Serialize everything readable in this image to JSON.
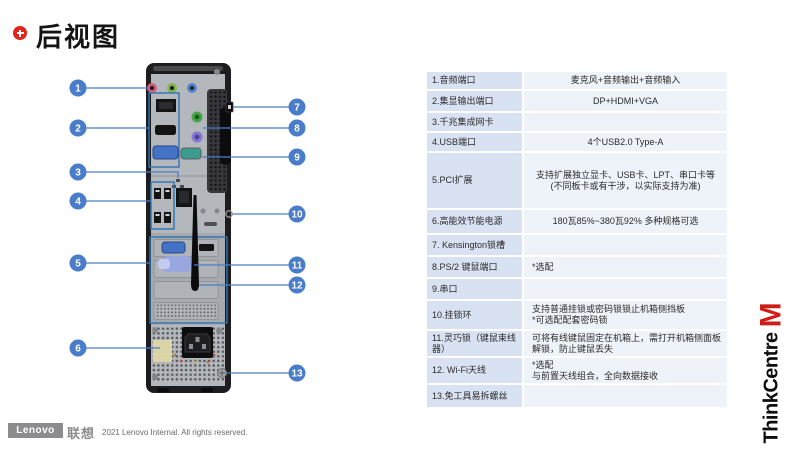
{
  "title": {
    "text": "后视图"
  },
  "diagram": {
    "callouts": [
      "1",
      "2",
      "3",
      "4",
      "5",
      "6",
      "7",
      "8",
      "9",
      "10",
      "11",
      "12",
      "13"
    ]
  },
  "table": {
    "rows": [
      {
        "label": "1.音频端口",
        "lines": [
          "麦克风+音频输出+音频输入"
        ],
        "align": "center"
      },
      {
        "label": "2.集显输出端口",
        "lines": [
          "DP+HDMI+VGA"
        ],
        "align": "center"
      },
      {
        "label": "3.千兆集成网卡",
        "lines": [],
        "align": "center"
      },
      {
        "label": "4.USB端口",
        "lines": [
          "4个USB2.0 Type-A"
        ],
        "align": "center"
      },
      {
        "label": "5.PCI扩展",
        "lines": [
          "支持扩展独立显卡、USB卡、LPT、串口卡等",
          "(不同板卡或有干涉，以实际支持为准)"
        ],
        "align": "center"
      },
      {
        "label": "6.高能效节能电源",
        "lines": [
          "180瓦85%~380瓦92% 多种规格可选"
        ],
        "align": "center"
      },
      {
        "label": "7. Kensington锁槽",
        "lines": [],
        "align": "center"
      },
      {
        "label": "8.PS/2 键鼠端口",
        "lines": [
          "*选配"
        ],
        "align": "left"
      },
      {
        "label": "9.串口",
        "lines": [],
        "align": "left"
      },
      {
        "label": "10.挂锁环",
        "lines": [
          "支持普通挂锁或密码锁锁止机箱侧挡板",
          "*可选配配套密码锁"
        ],
        "align": "left"
      },
      {
        "label": "11.灵巧锁（键鼠束线器）",
        "lines": [
          "可将有线键鼠固定在机箱上，需打开机箱侧面板",
          "解锁，防止键鼠丢失"
        ],
        "align": "left"
      },
      {
        "label": "12. Wi-Fi天线",
        "lines": [
          "*选配",
          "与前置天线组合，全向数据接收"
        ],
        "align": "left"
      },
      {
        "label": "13.免工具易拆螺丝",
        "lines": [],
        "align": "left"
      }
    ]
  },
  "footer": {
    "lenovo": "Lenovo",
    "lenovo_cn": "联想",
    "copyright": "2021 Lenovo Internal. All rights reserved."
  },
  "brand": {
    "name": "ThinkCentre",
    "series": "M"
  },
  "colors": {
    "callout_blue": "#4a7dc9",
    "highlight_blue": "#2e74b5",
    "accent_red": "#e1251b",
    "table_label_bg": "#d9e2f2",
    "table_value_bg": "#eef2f9"
  }
}
